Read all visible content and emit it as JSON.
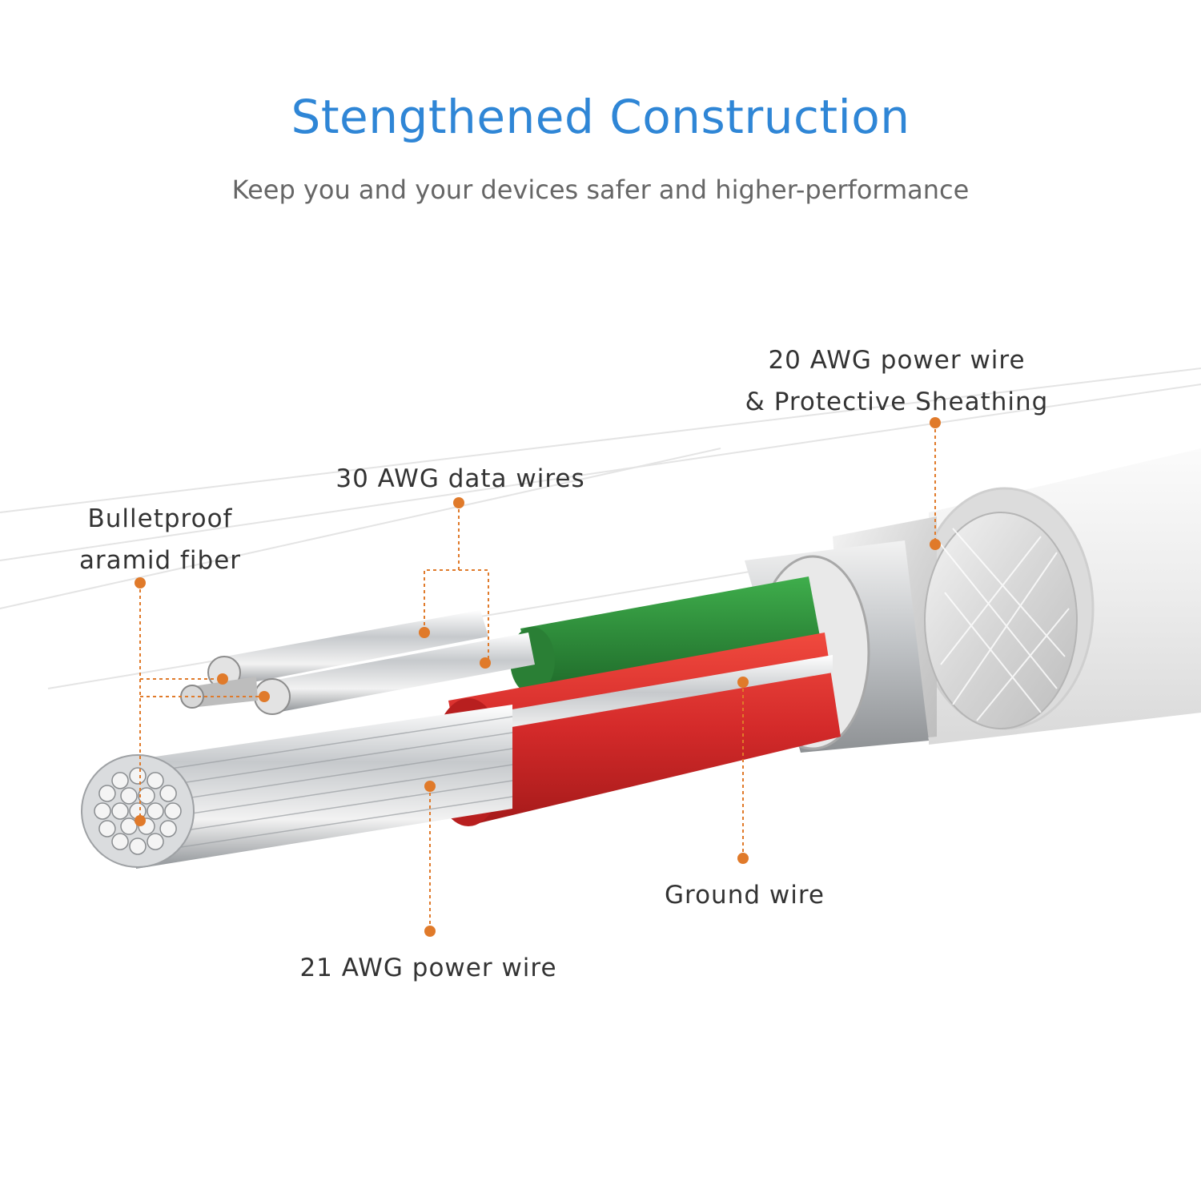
{
  "header": {
    "title": "Stengthened Construction",
    "subtitle": "Keep you and your devices safer and higher-performance"
  },
  "callouts": {
    "sheathing_line1": "20 AWG power wire",
    "sheathing_line2": "& Protective Sheathing",
    "data_wires": "30 AWG data wires",
    "aramid_line1": "Bulletproof",
    "aramid_line2": "aramid fiber",
    "ground_wire": "Ground wire",
    "power_wire_21": "21 AWG power wire"
  },
  "colors": {
    "title": "#2f86d6",
    "subtitle": "#666666",
    "label_text": "#333333",
    "callout_dot": "#e07a2a",
    "green_insulation": "#2e8b3a",
    "red_insulation": "#d42a2a",
    "silver_strands": "#c9ccd0",
    "jacket": "#e8e8e8"
  }
}
